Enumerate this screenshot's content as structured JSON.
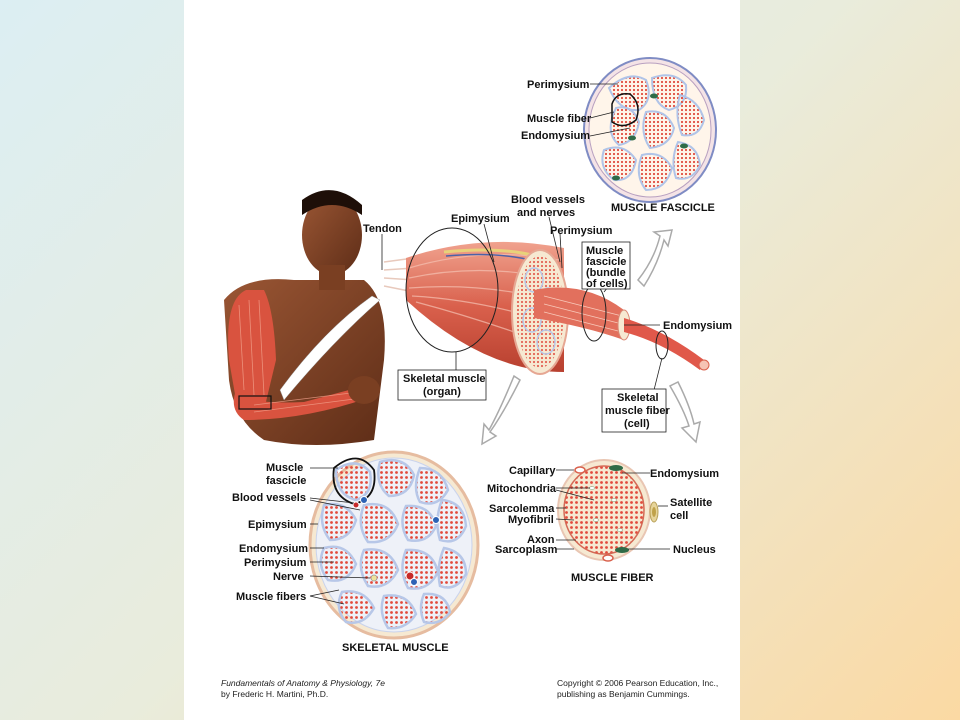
{
  "labels": {
    "fascicle_perimysium": "Perimysium",
    "fascicle_muscle_fiber": "Muscle fiber",
    "fascicle_endomysium": "Endomysium",
    "muscle_fascicle_title": "MUSCLE FASCICLE",
    "tendon": "Tendon",
    "epimysium": "Epimysium",
    "blood_vessels_1": "Blood vessels",
    "blood_vessels_2": "and nerves",
    "perimysium": "Perimysium",
    "fascicle_box": [
      "Muscle",
      "fascicle",
      "(bundle",
      "of cells)"
    ],
    "endomysium": "Endomysium",
    "skeletal_muscle_organ": [
      "Skeletal muscle",
      "(organ)"
    ],
    "skeletal_muscle_fiber": [
      "Skeletal",
      "muscle fiber",
      "(cell)"
    ],
    "sm_muscle_fascicle": [
      "Muscle",
      "fascicle"
    ],
    "sm_blood_vessels": "Blood vessels",
    "sm_epimysium": "Epimysium",
    "sm_endomysium": "Endomysium",
    "sm_perimysium": "Perimysium",
    "sm_nerve": "Nerve",
    "sm_muscle_fibers": "Muscle fibers",
    "skeletal_muscle_title": "SKELETAL MUSCLE",
    "mf_capillary": "Capillary",
    "mf_mitochondria": "Mitochondria",
    "mf_sarcolemma": "Sarcolemma",
    "mf_myofibril": "Myofibril",
    "mf_axon": "Axon",
    "mf_sarcoplasm": "Sarcoplasm",
    "mf_endomysium": "Endomysium",
    "mf_satellite": [
      "Satellite",
      "cell"
    ],
    "mf_nucleus": "Nucleus",
    "muscle_fiber_title": "MUSCLE FIBER"
  },
  "credits": {
    "left_line1": "Fundamentals of Anatomy & Physiology, 7e",
    "left_line2": "by Frederic H. Martini, Ph.D.",
    "right_line1": "Copyright © 2006 Pearson Education, Inc.,",
    "right_line2": "publishing as Benjamin Cummings."
  },
  "colors": {
    "muscle_red": "#e0584a",
    "muscle_light": "#f3a48f",
    "connective": "#f6e9d2",
    "skin": "#8a4a2c",
    "nucleus_green": "#2f6b47"
  }
}
